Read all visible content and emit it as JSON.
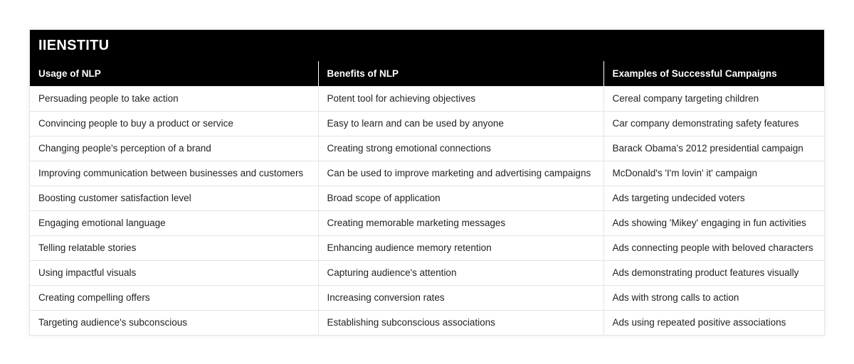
{
  "brand": "IIENSTITU",
  "headers": [
    "Usage of NLP",
    "Benefits of NLP",
    "Examples of Successful Campaigns"
  ],
  "rows": [
    [
      "Persuading people to take action",
      "Potent tool for achieving objectives",
      "Cereal company targeting children"
    ],
    [
      "Convincing people to buy a product or service",
      "Easy to learn and can be used by anyone",
      "Car company demonstrating safety features"
    ],
    [
      "Changing people's perception of a brand",
      "Creating strong emotional connections",
      "Barack Obama's 2012 presidential campaign"
    ],
    [
      "Improving communication between businesses and customers",
      "Can be used to improve marketing and advertising campaigns",
      "McDonald's 'I'm lovin' it' campaign"
    ],
    [
      "Boosting customer satisfaction level",
      "Broad scope of application",
      "Ads targeting undecided voters"
    ],
    [
      "Engaging emotional language",
      "Creating memorable marketing messages",
      "Ads showing 'Mikey' engaging in fun activities"
    ],
    [
      "Telling relatable stories",
      "Enhancing audience memory retention",
      "Ads connecting people with beloved characters"
    ],
    [
      "Using impactful visuals",
      "Capturing audience's attention",
      "Ads demonstrating product features visually"
    ],
    [
      "Creating compelling offers",
      "Increasing conversion rates",
      "Ads with strong calls to action"
    ],
    [
      "Targeting audience's subconscious",
      "Establishing subconscious associations",
      "Ads using repeated positive associations"
    ]
  ],
  "colors": {
    "header_bg": "#000000",
    "header_text": "#ffffff",
    "border": "#e4e4e4"
  }
}
